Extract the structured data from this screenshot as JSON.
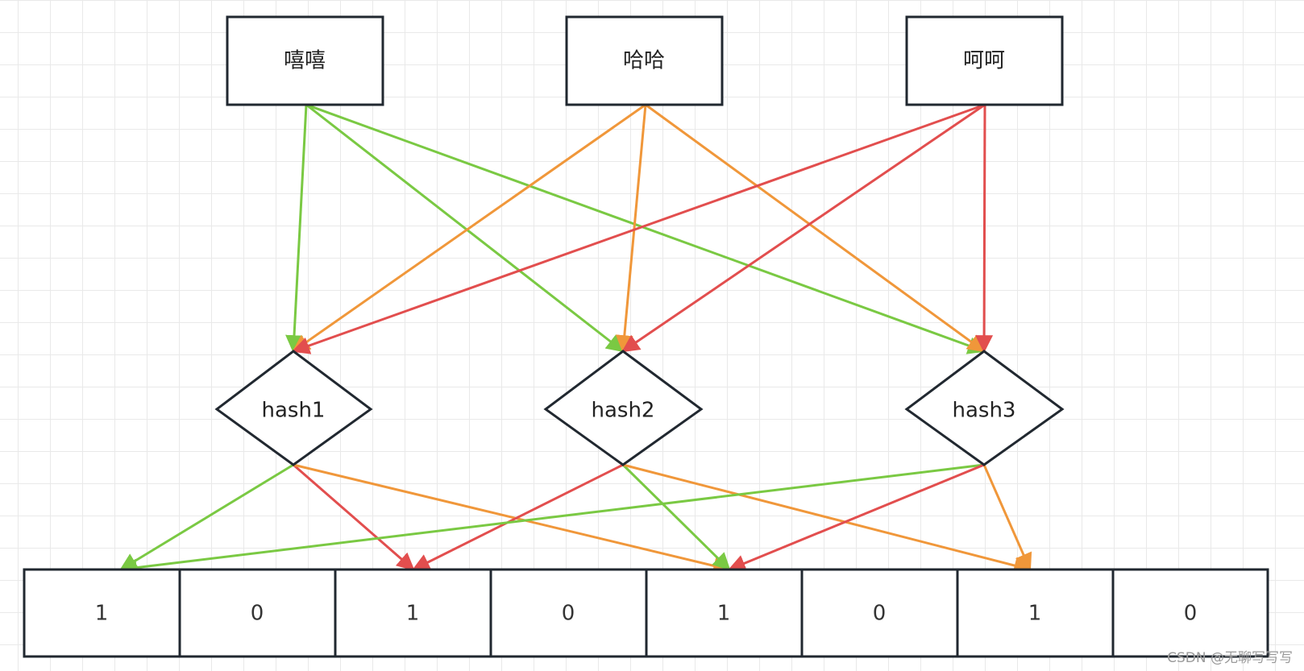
{
  "inputs": [
    {
      "label": "嘻嘻",
      "color": "#7ac943"
    },
    {
      "label": "哈哈",
      "color": "#f0973a"
    },
    {
      "label": "呵呵",
      "color": "#e24e4e"
    }
  ],
  "hashes": [
    {
      "label": "hash1"
    },
    {
      "label": "hash2"
    },
    {
      "label": "hash3"
    }
  ],
  "bits": [
    "1",
    "0",
    "1",
    "0",
    "1",
    "0",
    "1",
    "0"
  ],
  "edges": [
    {
      "from": "input:0",
      "to": "hash:0",
      "color": "#7ac943"
    },
    {
      "from": "input:0",
      "to": "hash:1",
      "color": "#7ac943"
    },
    {
      "from": "input:0",
      "to": "hash:2",
      "color": "#7ac943"
    },
    {
      "from": "input:1",
      "to": "hash:0",
      "color": "#f0973a"
    },
    {
      "from": "input:1",
      "to": "hash:1",
      "color": "#f0973a"
    },
    {
      "from": "input:1",
      "to": "hash:2",
      "color": "#f0973a"
    },
    {
      "from": "input:2",
      "to": "hash:0",
      "color": "#e24e4e"
    },
    {
      "from": "input:2",
      "to": "hash:1",
      "color": "#e24e4e"
    },
    {
      "from": "input:2",
      "to": "hash:2",
      "color": "#e24e4e"
    },
    {
      "from": "hash:0",
      "to": "bit:0",
      "color": "#7ac943"
    },
    {
      "from": "hash:0",
      "to": "bit:2",
      "color": "#e24e4e"
    },
    {
      "from": "hash:0",
      "to": "bit:4",
      "color": "#f0973a"
    },
    {
      "from": "hash:1",
      "to": "bit:2",
      "color": "#e24e4e"
    },
    {
      "from": "hash:1",
      "to": "bit:4",
      "color": "#7ac943"
    },
    {
      "from": "hash:1",
      "to": "bit:6",
      "color": "#f0973a"
    },
    {
      "from": "hash:2",
      "to": "bit:0",
      "color": "#7ac943"
    },
    {
      "from": "hash:2",
      "to": "bit:4",
      "color": "#e24e4e"
    },
    {
      "from": "hash:2",
      "to": "bit:6",
      "color": "#f0973a"
    }
  ],
  "watermark": "CSDN @无聊写写写"
}
